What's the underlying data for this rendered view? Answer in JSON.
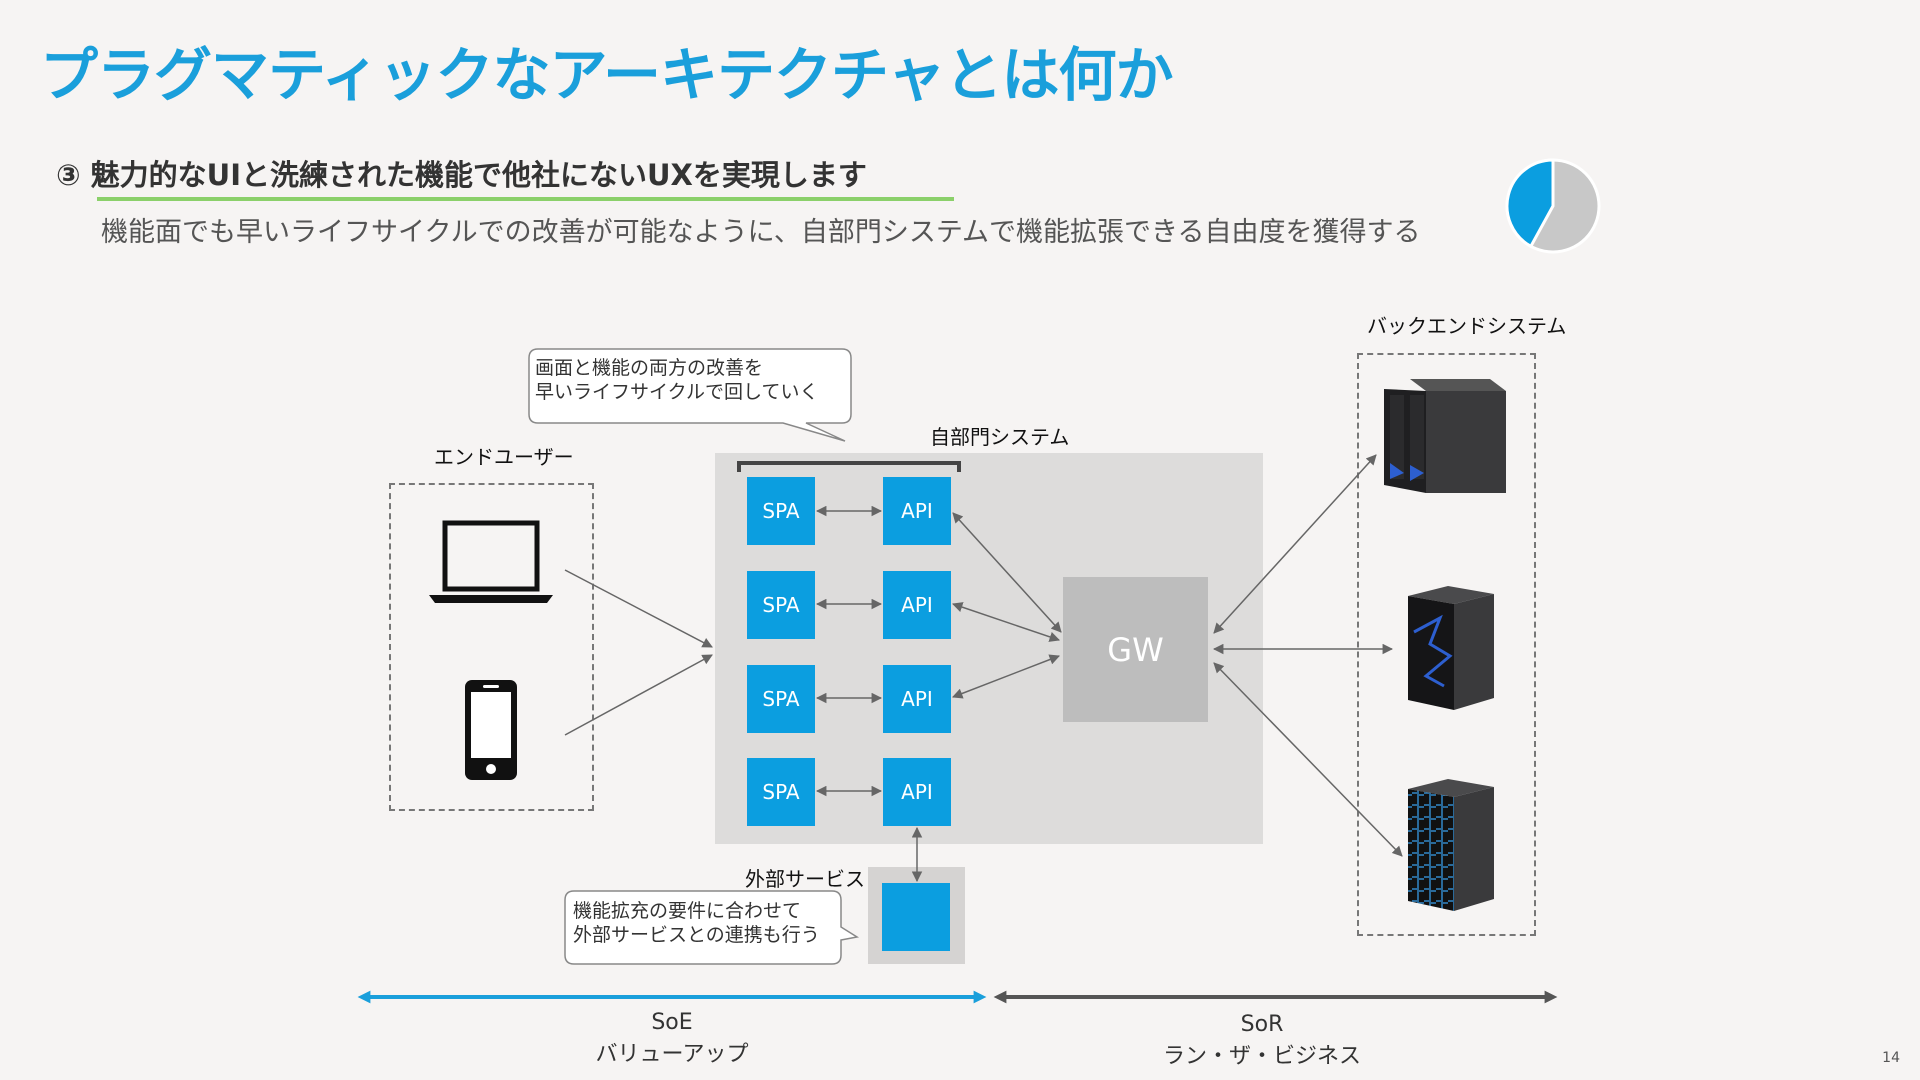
{
  "slide": {
    "title": "プラグマティックなアーキテクチャとは何か",
    "subtitle": "③ 魅力的なUIと洗練された機能で他社にないUXを実現します",
    "description": "機能面でも早いライフサイクルでの改善が可能なように、自部門システムで機能拡張できる自由度を獲得する",
    "page_number": "14"
  },
  "pie": {
    "fraction_blue": 0.42,
    "blue": "#0b9ee0",
    "gray": "#c8c8c8"
  },
  "diagram": {
    "end_user_label": "エンドユーザー",
    "own_system_label": "自部門システム",
    "backend_label": "バックエンドシステム",
    "external_label": "外部サービス",
    "gw_label": "GW",
    "spa_labels": [
      "SPA",
      "SPA",
      "SPA",
      "SPA"
    ],
    "api_labels": [
      "API",
      "API",
      "API",
      "API"
    ],
    "bubble_top": [
      "画面と機能の両方の改善を",
      "早いライフサイクルで回していく"
    ],
    "bubble_bottom": [
      "機能拡充の要件に合わせて",
      "外部サービスとの連携も行う"
    ]
  },
  "axis": {
    "soe_label": "SoE",
    "soe_sub": "バリューアップ",
    "sor_label": "SoR",
    "sor_sub": "ラン・ザ・ビジネス",
    "soe_color": "#1a9fdb",
    "sor_color": "#555555"
  },
  "colors": {
    "accent": "#1a9fdb",
    "box_blue": "#0b9ee0",
    "underline": "#8bd06a"
  }
}
